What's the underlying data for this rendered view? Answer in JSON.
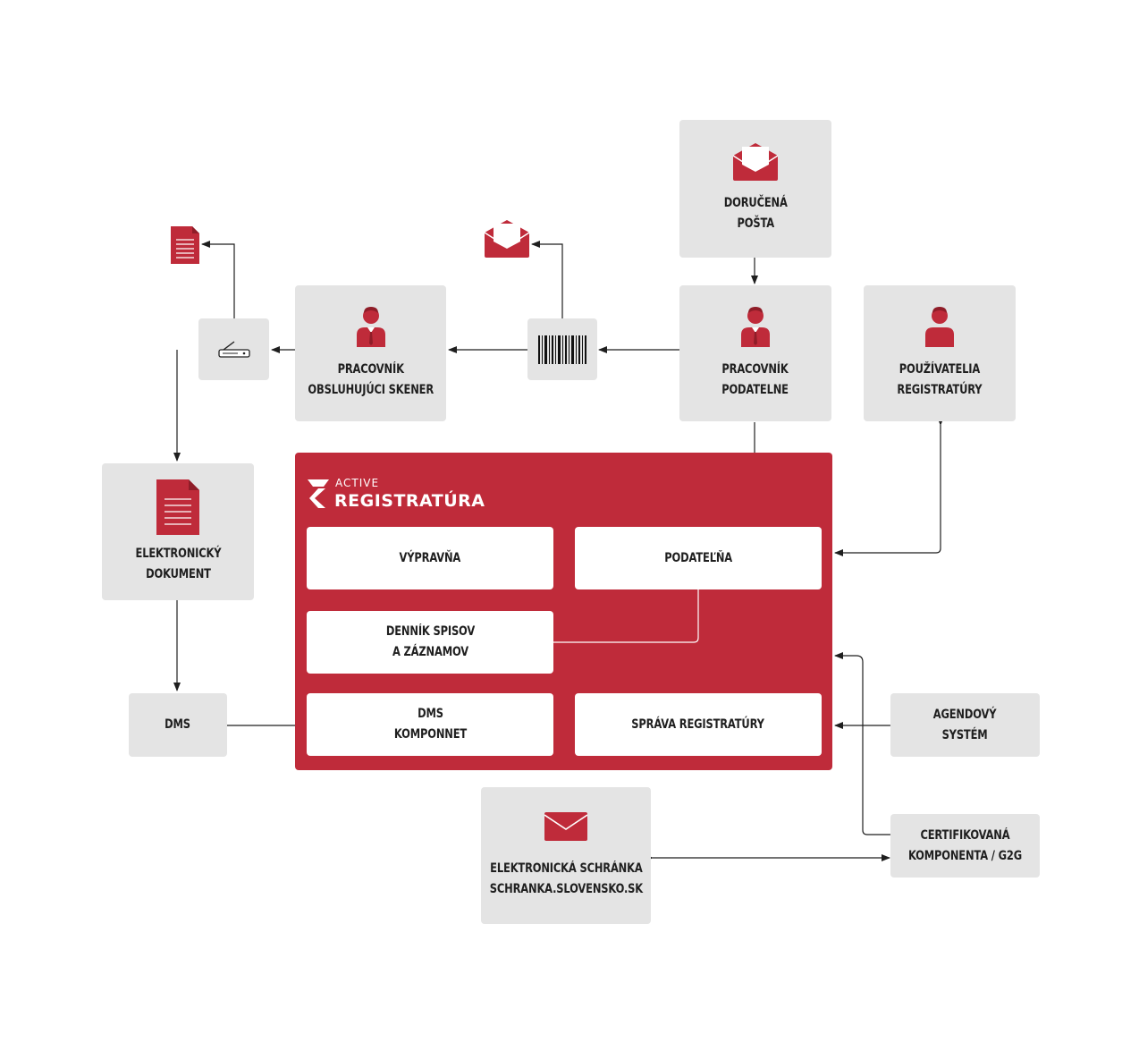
{
  "nodes": {
    "dorucena_posta": [
      "DORUČENÁ",
      "POŠTA"
    ],
    "pracovnik_podatelne": [
      "PRACOVNÍK",
      "PODATELNE"
    ],
    "pouzivatelia": [
      "POUŽÍVATELIA",
      "REGISTRATÚRY"
    ],
    "pracovnik_skener": [
      "PRACOVNÍK",
      "OBSLUHUJÚCI SKENER"
    ],
    "elektronicky_dokument": [
      "ELEKTRONICKÝ",
      "DOKUMENT"
    ],
    "dms": [
      "DMS"
    ],
    "agendovy_system": [
      "AGENDOVÝ",
      "SYSTÉM"
    ],
    "certifikovana": [
      "CERTIFIKOVANÁ",
      "KOMPONENTA / G2G"
    ],
    "schranka": [
      "ELEKTRONICKÁ SCHRÁNKA",
      "SCHRANKA.SLOVENSKO.SK"
    ]
  },
  "system": {
    "brand_small": "ACTIVE",
    "brand_big": "REGISTRATÚRA",
    "modules": {
      "vypravna": [
        "VÝPRAVŇA"
      ],
      "podatelna": [
        "PODATEĽŇA"
      ],
      "dennik": [
        "DENNÍK SPISOV",
        "A ZÁZNAMOV"
      ],
      "dms_komponent": [
        "DMS",
        "KOMPONNET"
      ],
      "sprava": [
        "SPRÁVA REGISTRATÚRY"
      ]
    }
  },
  "icons": {
    "envelope_open": "envelope-open-icon",
    "person": "person-icon",
    "barcode": "barcode-icon",
    "scanner": "scanner-icon",
    "document": "document-icon",
    "envelope": "envelope-icon"
  },
  "colors": {
    "accent": "#bf2b3a",
    "box": "#e4e4e4",
    "text": "#1f1f1f",
    "arrow": "#1f1f1f"
  }
}
